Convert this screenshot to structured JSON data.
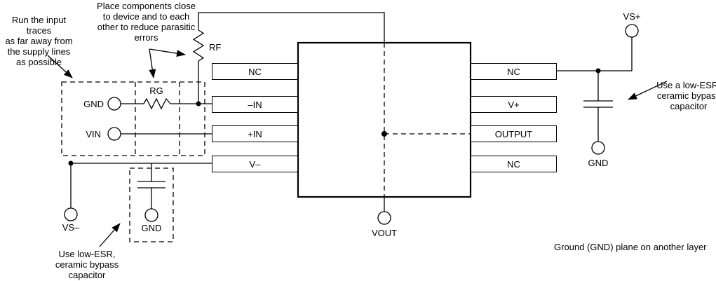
{
  "diagram": {
    "annotations": {
      "run_input_traces": "Run the input traces\nas far away from\nthe supply lines\nas possible",
      "place_components": "Place components close\nto device and to each\nother to reduce parasitic\nerrors",
      "use_low_esr_right": "Use a low-ESR,\nceramic bypass\ncapacitor",
      "use_low_esr_bottom": "Use low-ESR,\nceramic bypass\ncapacitor",
      "ground_plane": "Ground (GND) plane on another layer"
    },
    "component_labels": {
      "feedback_resistor": "RF",
      "gain_resistor": "RG"
    },
    "terminals": {
      "input_gnd": "GND",
      "input_vin": "VIN",
      "vs_minus": "VS–",
      "bypass_gnd_bottom": "GND",
      "vout": "VOUT",
      "vs_plus": "VS+",
      "bypass_gnd_right": "GND"
    },
    "ic": {
      "left_pins": [
        "NC",
        "–IN",
        "+IN",
        "V–"
      ],
      "right_pins": [
        "NC",
        "V+",
        "OUTPUT",
        "NC"
      ]
    },
    "colors": {
      "line": "#000000",
      "background": "#ffffff"
    }
  }
}
